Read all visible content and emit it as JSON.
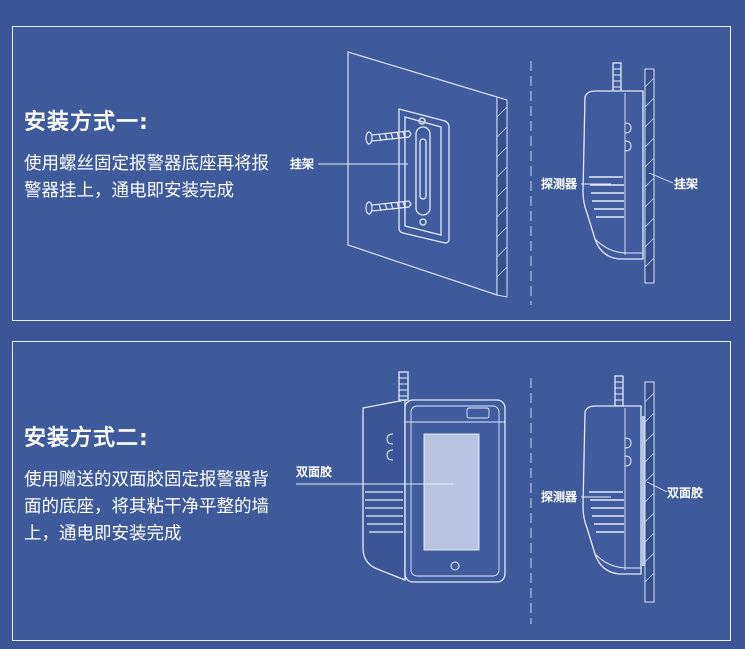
{
  "method_one": {
    "title": "安装方式一:",
    "description": "使用螺丝固定报警器底座再将报警器挂上，通电即安装完成",
    "label_hanger_left": "挂架",
    "label_detector": "探测器",
    "label_hanger_right": "挂架"
  },
  "method_two": {
    "title": "安装方式二:",
    "description": "使用赠送的双面胶固定报警器背面的底座，将其粘干净平整的墙上，通电即安装完成",
    "label_tape_left": "双面胶",
    "label_detector": "探测器",
    "label_tape_right": "双面胶"
  },
  "colors": {
    "background": "#3a5696",
    "panel_border": "#e9eef8",
    "tape_fill": "#b9c4e2"
  }
}
